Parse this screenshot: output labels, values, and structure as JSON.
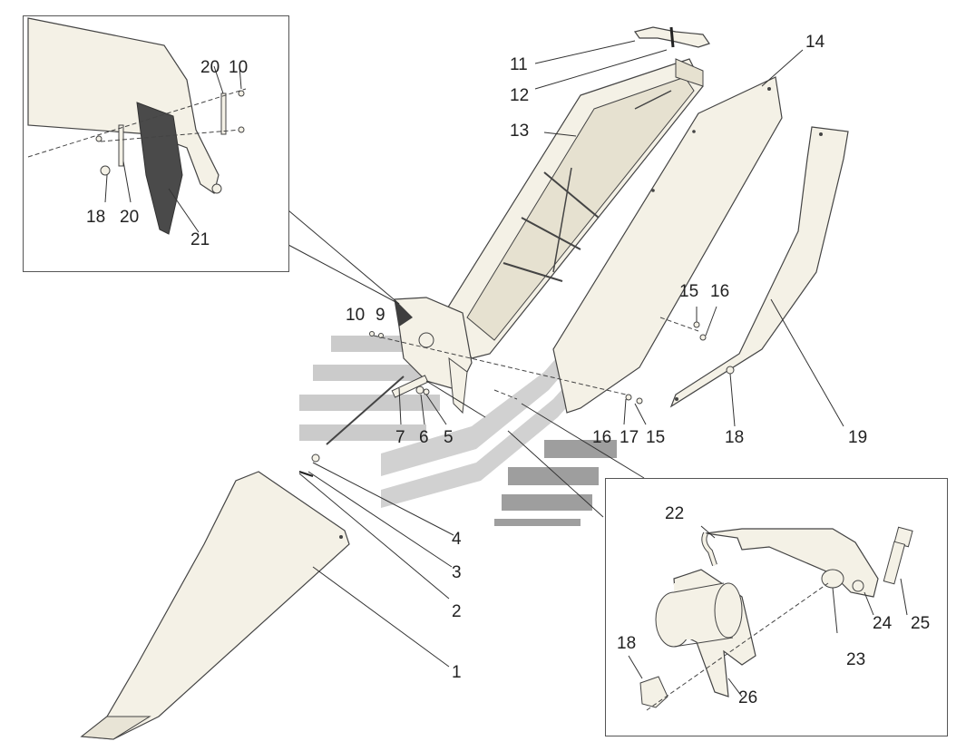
{
  "labels": {
    "l1": "1",
    "l2": "2",
    "l3": "3",
    "l4": "4",
    "l5": "5",
    "l6": "6",
    "l7": "7",
    "l9": "9",
    "l10": "10",
    "l11": "11",
    "l12": "12",
    "l13": "13",
    "l14": "14",
    "l15a": "15",
    "l15b": "15",
    "l16a": "16",
    "l16b": "16",
    "l17": "17",
    "l18a": "18",
    "l18b": "18",
    "l18c": "18",
    "l19": "19",
    "l20a": "20",
    "l20b": "20",
    "l10b": "10",
    "l21": "21",
    "l22": "22",
    "l23": "23",
    "l24": "24",
    "l25": "25",
    "l26": "26"
  },
  "colors": {
    "part_fill": "#f4f1e6",
    "outline": "#444444",
    "dark_part": "#4a4a4a",
    "watermark_stripe": "#bdbdbd",
    "watermark_dark": "#8d8d8d"
  },
  "icons": {
    "watermark": "chevron-stripes-logo"
  }
}
